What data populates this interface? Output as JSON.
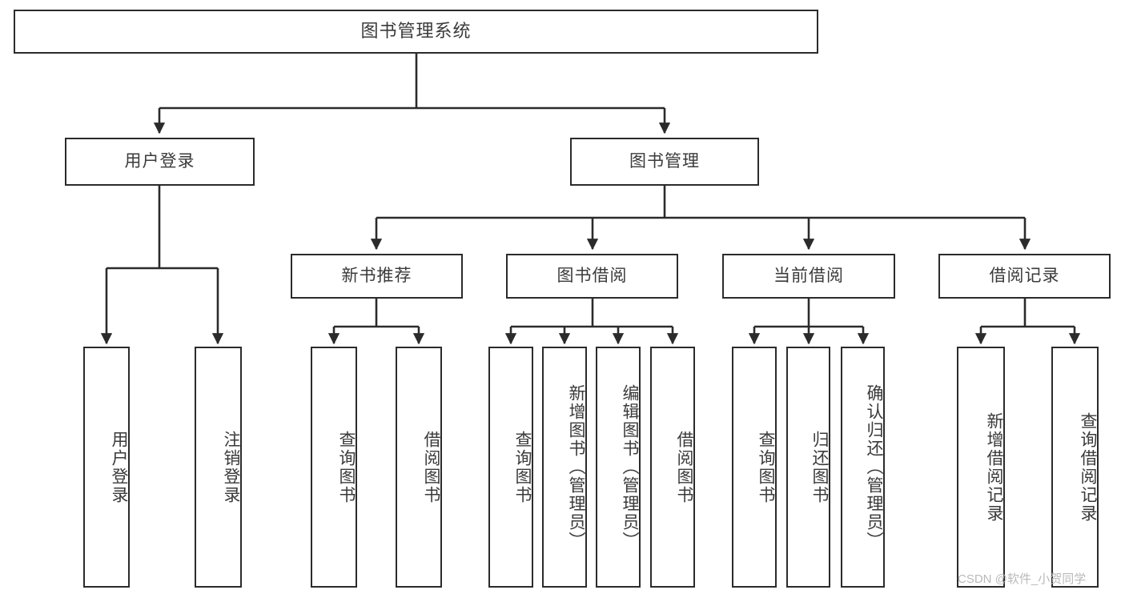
{
  "diagram": {
    "title": "图书管理系统",
    "type": "functional-structure-tree",
    "watermark": "CSDN @软件_小贺同学",
    "colors": {
      "border": "#2b2b2b",
      "text": "#3a3a3a",
      "background": "#ffffff",
      "watermark": "#b9b9b9"
    },
    "root": {
      "label": "图书管理系统"
    },
    "level2": [
      {
        "label": "用户登录"
      },
      {
        "label": "图书管理"
      }
    ],
    "level3": [
      {
        "label": "新书推荐"
      },
      {
        "label": "图书借阅"
      },
      {
        "label": "当前借阅"
      },
      {
        "label": "借阅记录"
      }
    ],
    "leaves": {
      "user_login": [
        {
          "label": "用户登录"
        },
        {
          "label": "注销登录"
        }
      ],
      "new_book_recommend": [
        {
          "label": "查询图书"
        },
        {
          "label": "借阅图书"
        }
      ],
      "book_borrow": [
        {
          "label": "查询图书"
        },
        {
          "label": "新增图书（管理员）"
        },
        {
          "label": "编辑图书（管理员）"
        },
        {
          "label": "借阅图书"
        }
      ],
      "current_borrow": [
        {
          "label": "查询图书"
        },
        {
          "label": "归还图书"
        },
        {
          "label": "确认归还（管理员）"
        }
      ],
      "borrow_records": [
        {
          "label": "新增借阅记录"
        },
        {
          "label": "查询借阅记录"
        }
      ]
    }
  }
}
